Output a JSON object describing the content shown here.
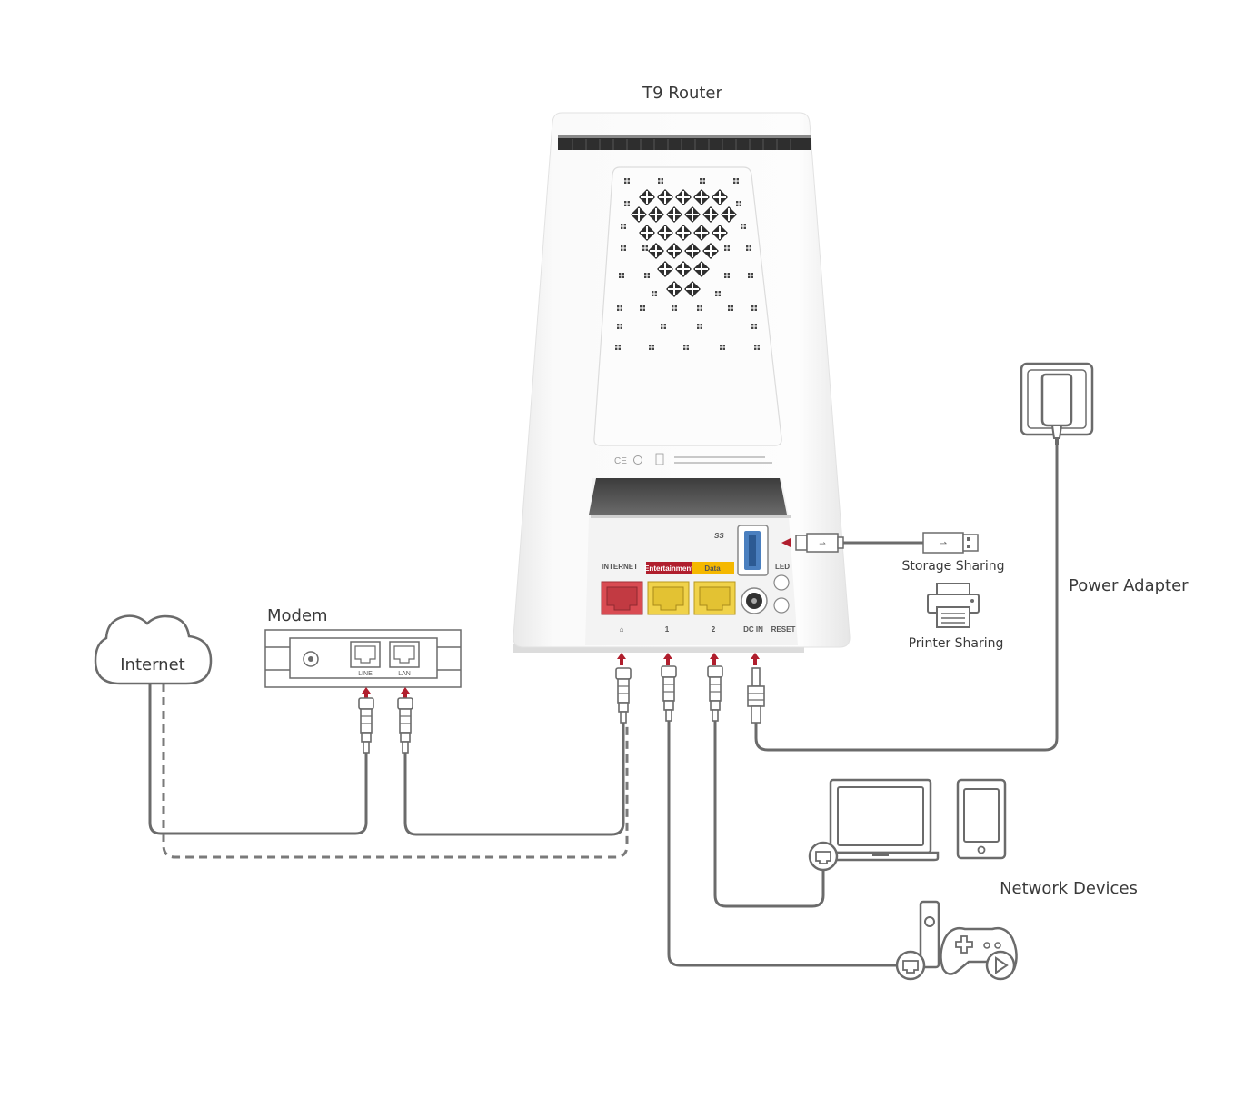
{
  "labels": {
    "router": "T9 Router",
    "modem": "Modem",
    "internet": "Internet",
    "power_adapter": "Power Adapter",
    "storage_sharing": "Storage Sharing",
    "printer_sharing": "Printer Sharing",
    "network_devices": "Network Devices"
  },
  "modem_ports": {
    "line": "LINE",
    "lan": "LAN"
  },
  "router_panel": {
    "internet": "INTERNET",
    "entertainment": "Entertainment",
    "data": "Data",
    "led": "LED",
    "port1": "1",
    "port2": "2",
    "dc_in": "DC IN",
    "reset": "RESET",
    "usb_logo": "SS"
  },
  "colors": {
    "internet_port": "#d94b52",
    "lan_port": "#f0d24a",
    "entertainment_tag": "#b01e2d",
    "data_tag": "#f5b800",
    "arrow": "#b01e2d",
    "wire": "#6b6b6b"
  },
  "icons": [
    "cloud-icon",
    "usb-plug-icon",
    "printer-icon",
    "laptop-icon",
    "tablet-icon",
    "game-console-icon",
    "ethernet-badge-icon",
    "wall-adapter-icon"
  ]
}
